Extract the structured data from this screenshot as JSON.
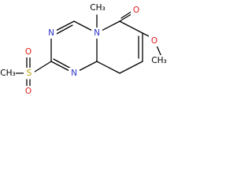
{
  "molecule": {
    "atoms": {
      "n8_label": "N",
      "methyl_label": "CH₃",
      "carbonyl_o_label": "O",
      "methoxy_o_label": "O",
      "methoxy_c_label": "CH₃",
      "n1_label": "N",
      "n3_label": "N",
      "s_label": "S",
      "so_top_label": "O",
      "so_bottom_label": "O",
      "s_methyl_label": "CH₃"
    },
    "colors": {
      "bond": "#000000",
      "nitrogen": "#2a33c8",
      "oxygen": "#e01b1b",
      "sulfur": "#b8a000",
      "carbon_label": "#000000"
    }
  }
}
